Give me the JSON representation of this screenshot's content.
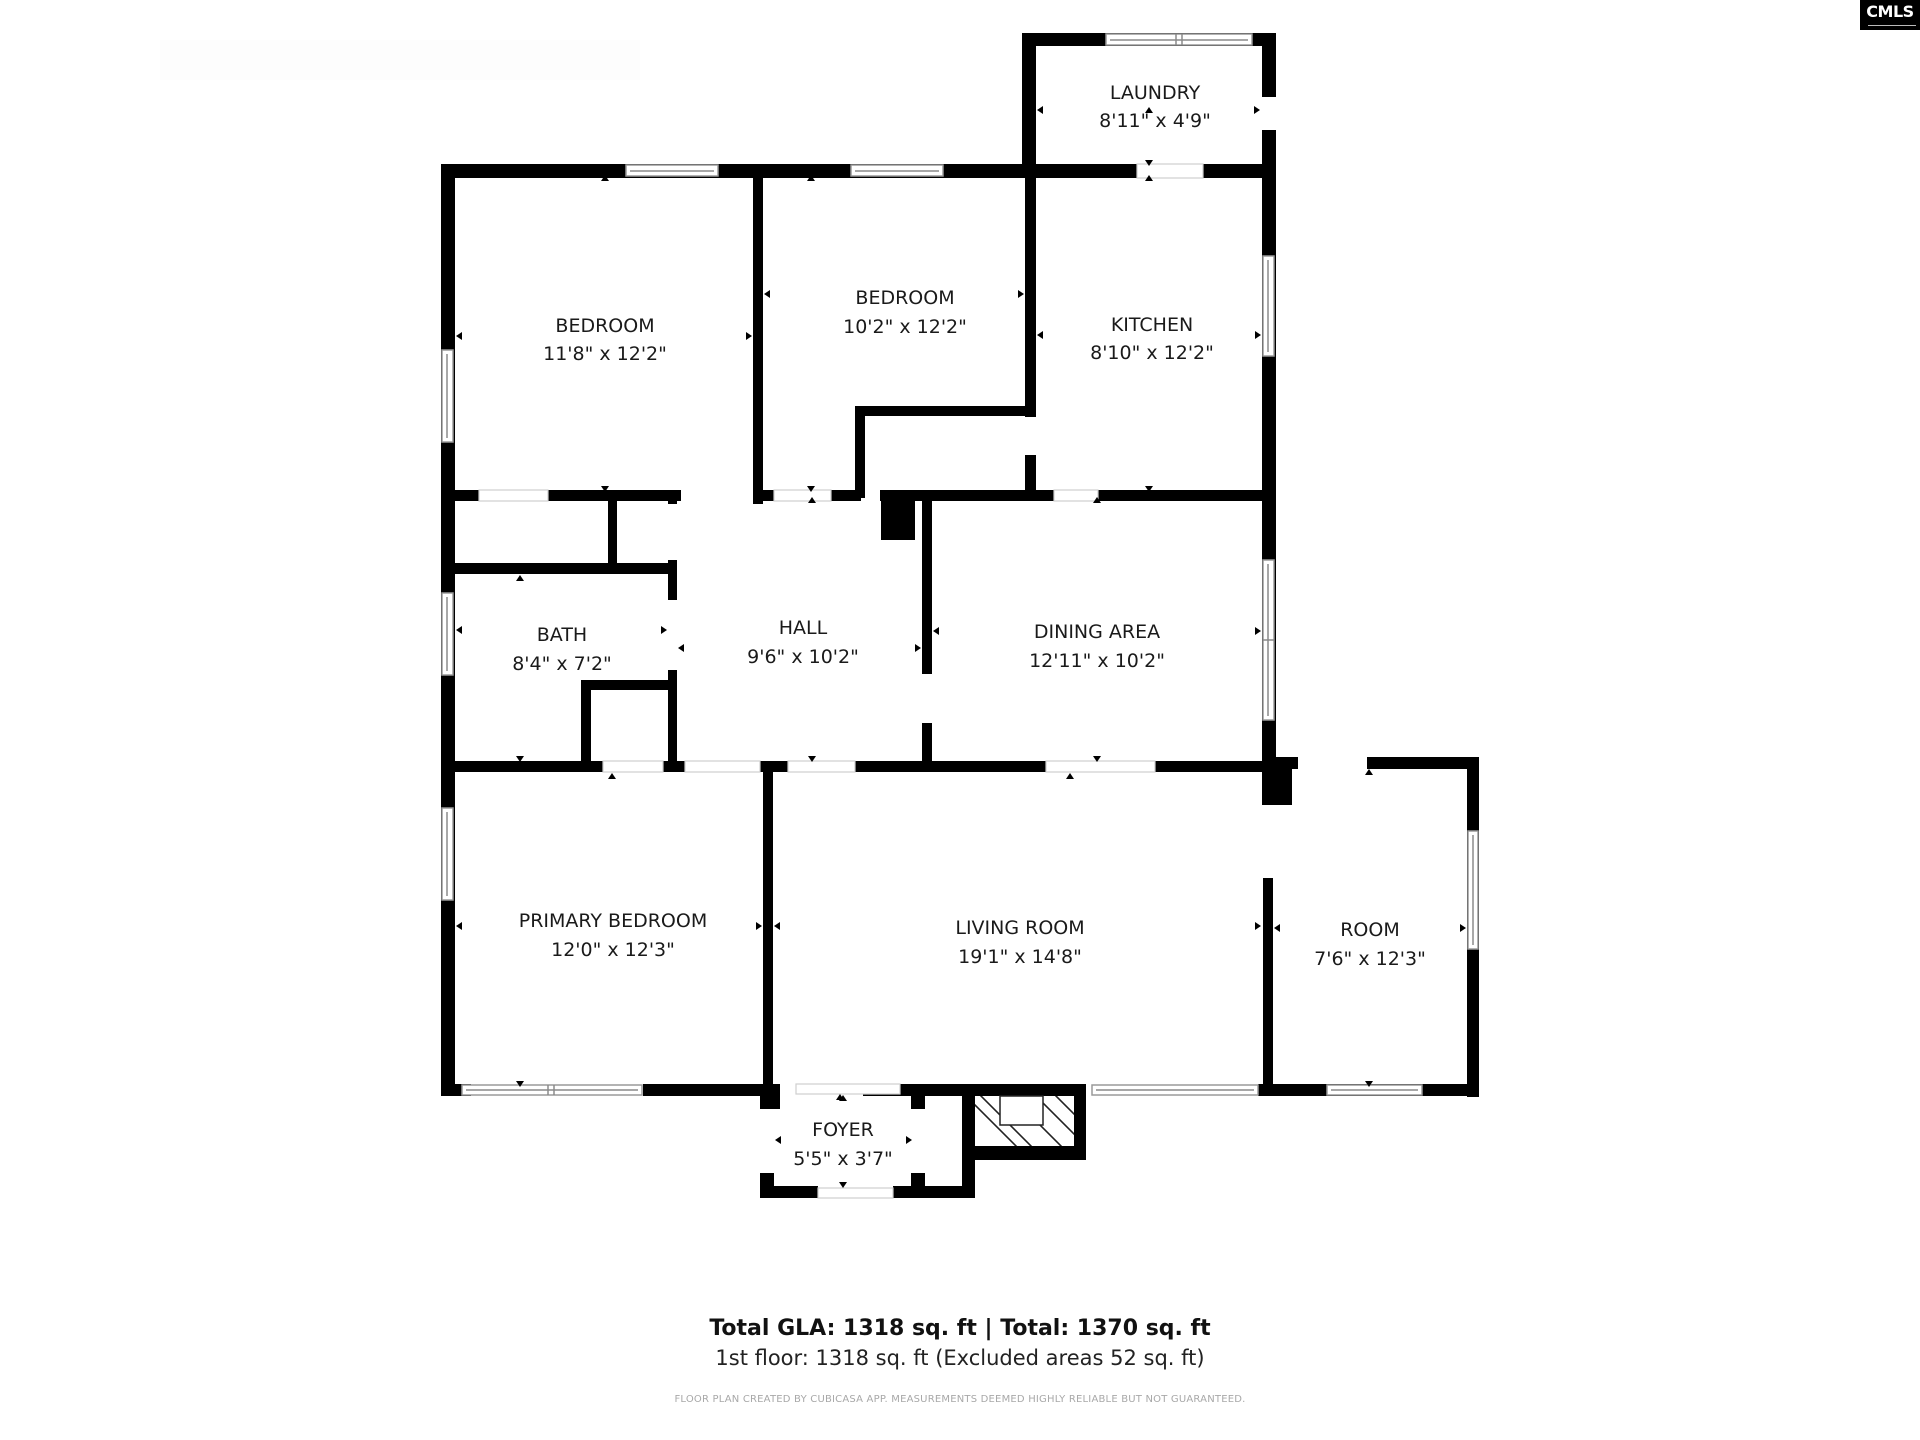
{
  "branding": {
    "logo_text": "CMLS"
  },
  "rooms": [
    {
      "id": "laundry",
      "name": "LAUNDRY",
      "dims": "8'11\" x 4'9\""
    },
    {
      "id": "bedroom_1",
      "name": "BEDROOM",
      "dims": "11'8\" x 12'2\""
    },
    {
      "id": "bedroom_2",
      "name": "BEDROOM",
      "dims": "10'2\" x 12'2\""
    },
    {
      "id": "kitchen",
      "name": "KITCHEN",
      "dims": "8'10\" x 12'2\""
    },
    {
      "id": "bath",
      "name": "BATH",
      "dims": "8'4\" x 7'2\""
    },
    {
      "id": "hall",
      "name": "HALL",
      "dims": "9'6\" x 10'2\""
    },
    {
      "id": "dining_area",
      "name": "DINING AREA",
      "dims": "12'11\" x 10'2\""
    },
    {
      "id": "primary_bedroom",
      "name": "PRIMARY BEDROOM",
      "dims": "12'0\" x 12'3\""
    },
    {
      "id": "living_room",
      "name": "LIVING ROOM",
      "dims": "19'1\" x 14'8\""
    },
    {
      "id": "room",
      "name": "ROOM",
      "dims": "7'6\" x 12'3\""
    },
    {
      "id": "foyer",
      "name": "FOYER",
      "dims": "5'5\" x 3'7\""
    }
  ],
  "footer": {
    "totals": "Total GLA: 1318 sq. ft | Total: 1370 sq. ft",
    "floor_summary": "1st floor: 1318 sq. ft (Excluded areas 52 sq. ft)",
    "disclaimer": "FLOOR PLAN CREATED BY CUBICASA APP. MEASUREMENTS DEEMED HIGHLY RELIABLE BUT NOT GUARANTEED."
  },
  "colors": {
    "wall": "#000000",
    "background": "#ffffff",
    "text": "#1a1a1a",
    "disclaimer": "#a8a8a8"
  }
}
